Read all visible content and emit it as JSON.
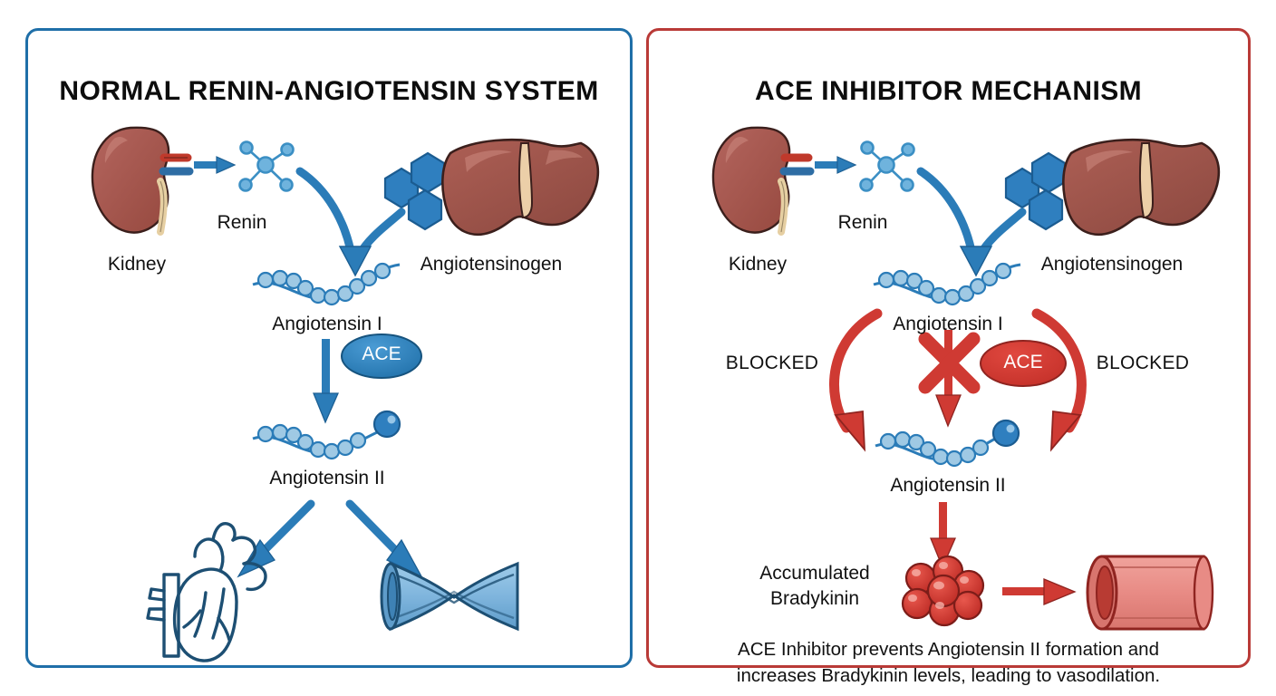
{
  "diagram": {
    "title_implicit": "Renin-Angiotensin System and ACE Inhibitor Mechanism",
    "panels": [
      {
        "id": "normal",
        "title": "NORMAL RENIN-ANGIOTENSIN SYSTEM",
        "border_color": "#1f6fa8",
        "accent_color": "#2b7cb8",
        "labels": {
          "kidney": "Kidney",
          "renin": "Renin",
          "angiotensinogen": "Angiotensinogen",
          "angiotensin_1": "Angiotensin I",
          "ace": "ACE",
          "angiotensin_2": "Angiotensin II"
        },
        "organs": [
          "kidney",
          "liver",
          "heart",
          "constricted-blood-vessel"
        ],
        "flow": [
          "Kidney releases Renin",
          "Renin + Angiotensinogen (liver) forms Angiotensin I",
          "ACE converts Angiotensin I to Angiotensin II",
          "Angiotensin II acts on heart and blood vessels (vasoconstriction)"
        ]
      },
      {
        "id": "inhibitor",
        "title": "ACE INHIBITOR MECHANISM",
        "border_color": "#b93a37",
        "accent_color": "#cf3a33",
        "labels": {
          "kidney": "Kidney",
          "renin": "Renin",
          "angiotensinogen": "Angiotensinogen",
          "angiotensin_1": "Angiotensin I",
          "ace": "ACE",
          "angiotensin_2": "Angiotensin II",
          "blocked_left": "BLOCKED",
          "blocked_right": "BLOCKED",
          "bradykinin_line1": "Accumulated",
          "bradykinin_line2": "Bradykinin"
        },
        "caption_line1": "ACE Inhibitor prevents Angiotensin II formation and",
        "caption_line2": "increases Bradykinin levels, leading to vasodilation.",
        "organs": [
          "kidney",
          "liver",
          "bradykinin-cluster",
          "dilated-blood-vessel"
        ],
        "flow": [
          "Kidney releases Renin",
          "Renin + Angiotensinogen (liver) forms Angiotensin I",
          "ACE conversion to Angiotensin II is BLOCKED",
          "Bradykinin accumulates causing vasodilation"
        ]
      }
    ],
    "colors": {
      "blue_border": "#1f6fa8",
      "blue_arrow": "#2b7cb8",
      "blue_arrow_dark": "#1c5f93",
      "bead_light": "#9fc9e4",
      "bead_stroke": "#2b7cb8",
      "hexagon_blue": "#2f7fbf",
      "kidney": "#a85a54",
      "liver": "#a1544c",
      "red_border": "#b93a37",
      "red_arrow": "#cf3a33",
      "red_deep": "#a52a26",
      "vessel_red": "#e88b85",
      "vessel_blue": "#7fb5dd",
      "bradykinin": "#d93c34",
      "text": "#111111"
    }
  }
}
